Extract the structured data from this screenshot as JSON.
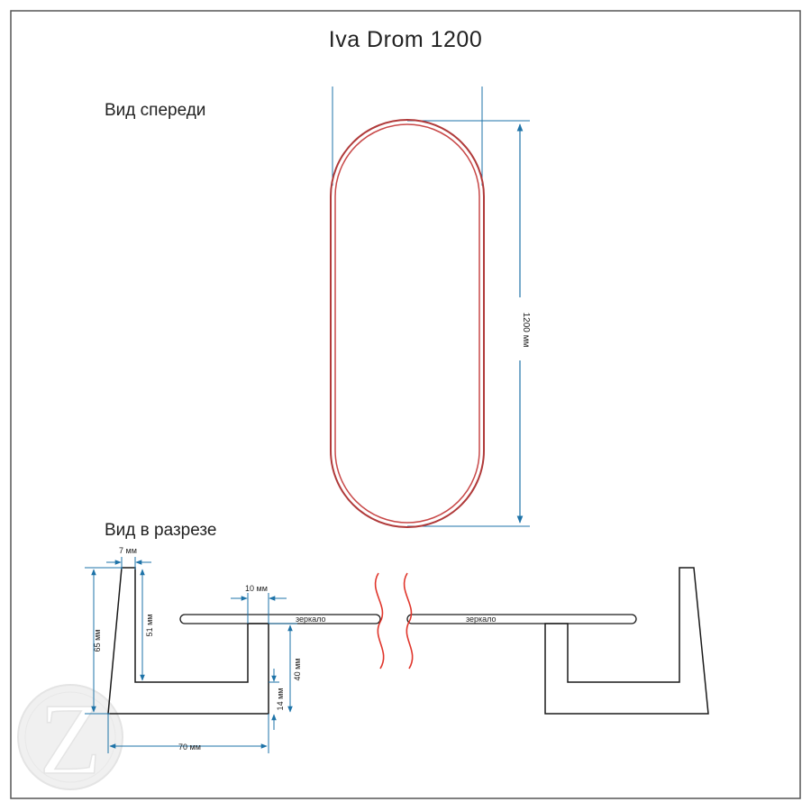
{
  "title": "Iva Drom 1200",
  "views": {
    "front_label": "Вид спереди",
    "section_label": "Вид в разрезе"
  },
  "dimensions": {
    "height": "1200 мм",
    "wall_thickness": "7 мм",
    "total_depth": "65 мм",
    "inner_depth": "51 мм",
    "mount_width": "10 мм",
    "mount_height": "40 мм",
    "base_thickness": "14 мм",
    "total_width": "70 мм"
  },
  "mirror_labels": [
    "зеркало",
    "зеркало"
  ],
  "colors": {
    "frame_outer": "#b03a3a",
    "frame_inner": "#c84848",
    "dimension": "#1e73a8",
    "break_line": "#e0352b",
    "outline": "#1a1a1a",
    "border": "#555555"
  },
  "watermark_letter": "Z"
}
